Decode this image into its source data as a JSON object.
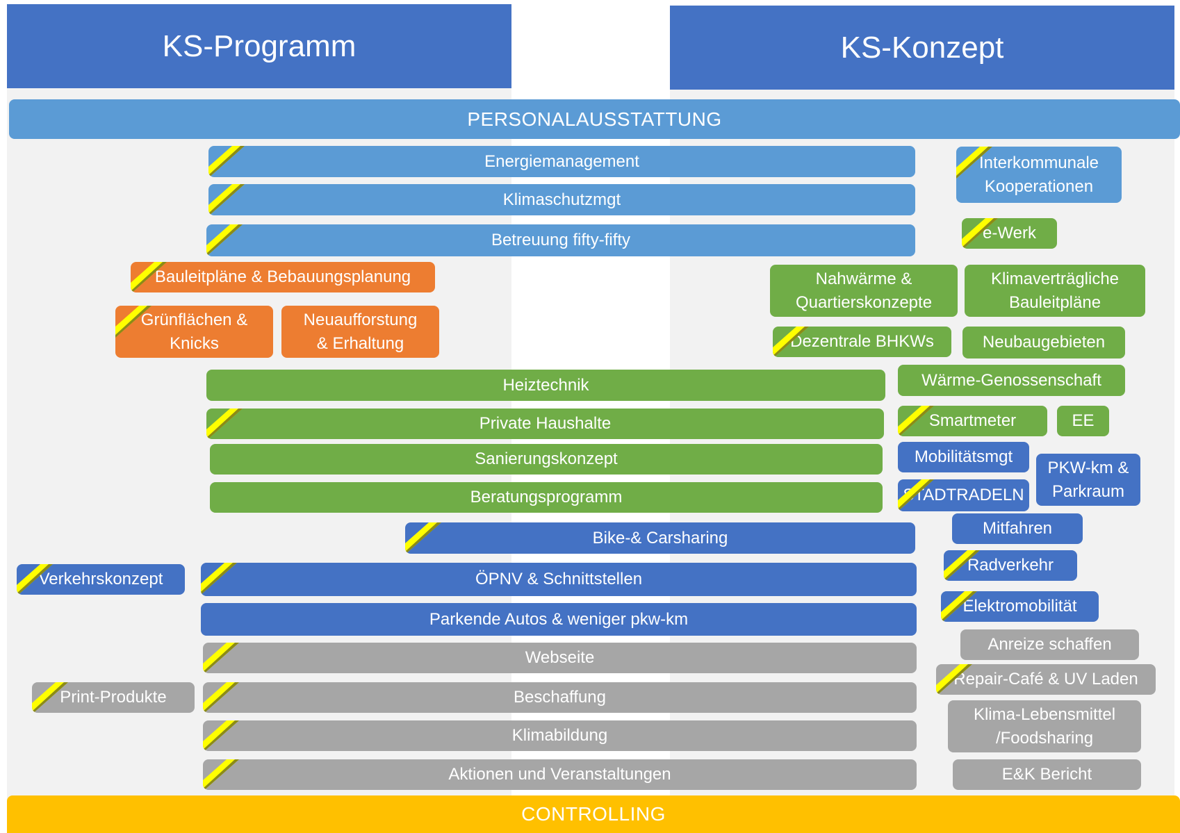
{
  "colors": {
    "header_blue": "#4472c4",
    "light_blue": "#5b9bd5",
    "dark_blue": "#4472c4",
    "green": "#70ad47",
    "orange": "#ed7d31",
    "gray": "#a6a6a6",
    "controlling_yellow": "#ffc000",
    "flag_yellow": "#ffff00"
  },
  "headers": {
    "left": "KS-Programm",
    "right": "KS-Konzept"
  },
  "top_band": "PERSONALAUSSTATTUNG",
  "bottom_band": "CONTROLLING",
  "items": [
    {
      "label": "Energiemanagement",
      "color": "light_blue",
      "flag": true
    },
    {
      "label": "Klimaschutzmgt",
      "color": "light_blue",
      "flag": true
    },
    {
      "label": "Betreuung fifty-fifty",
      "color": "light_blue",
      "flag": true
    },
    {
      "label": "Interkommunale\nKooperationen",
      "color": "light_blue",
      "flag": true
    },
    {
      "label": "e-Werk",
      "color": "green",
      "flag": true
    },
    {
      "label": "Bauleitpläne & Bebauungsplanung",
      "color": "orange",
      "flag": true
    },
    {
      "label": "Grünflächen &\nKnicks",
      "color": "orange",
      "flag": true
    },
    {
      "label": "Neuaufforstung\n& Erhaltung",
      "color": "orange",
      "flag": false
    },
    {
      "label": "Nahwärme &\nQuartierskonzepte",
      "color": "green",
      "flag": false
    },
    {
      "label": "Klimaverträgliche\nBauleitpläne",
      "color": "green",
      "flag": false
    },
    {
      "label": "Dezentrale BHKWs",
      "color": "green",
      "flag": true
    },
    {
      "label": "Neubaugebieten",
      "color": "green",
      "flag": false
    },
    {
      "label": "Heiztechnik",
      "color": "green",
      "flag": false
    },
    {
      "label": "Wärme-Genossenschaft",
      "color": "green",
      "flag": false
    },
    {
      "label": "Private Haushalte",
      "color": "green",
      "flag": true
    },
    {
      "label": "Smartmeter",
      "color": "green",
      "flag": true
    },
    {
      "label": "EE",
      "color": "green",
      "flag": false
    },
    {
      "label": "Sanierungskonzept",
      "color": "green",
      "flag": false
    },
    {
      "label": "Mobilitätsmgt",
      "color": "dark_blue",
      "flag": false
    },
    {
      "label": "PKW-km &\nParkraum",
      "color": "dark_blue",
      "flag": false
    },
    {
      "label": "Beratungsprogramm",
      "color": "green",
      "flag": false
    },
    {
      "label": "STADTRADELN",
      "color": "dark_blue",
      "flag": true
    },
    {
      "label": "Bike-& Carsharing",
      "color": "dark_blue",
      "flag": true
    },
    {
      "label": "Mitfahren",
      "color": "dark_blue",
      "flag": false
    },
    {
      "label": "Verkehrskonzept",
      "color": "dark_blue",
      "flag": true
    },
    {
      "label": "ÖPNV & Schnittstellen",
      "color": "dark_blue",
      "flag": true
    },
    {
      "label": "Radverkehr",
      "color": "dark_blue",
      "flag": true
    },
    {
      "label": "Parkende Autos & weniger pkw-km",
      "color": "dark_blue",
      "flag": false
    },
    {
      "label": "Elektromobilität",
      "color": "dark_blue",
      "flag": true
    },
    {
      "label": "Webseite",
      "color": "gray",
      "flag": true
    },
    {
      "label": "Anreize schaffen",
      "color": "gray",
      "flag": false
    },
    {
      "label": "Print-Produkte",
      "color": "gray",
      "flag": true
    },
    {
      "label": "Beschaffung",
      "color": "gray",
      "flag": true
    },
    {
      "label": "Repair-Café & UV Laden",
      "color": "gray",
      "flag": true
    },
    {
      "label": "Klimabildung",
      "color": "gray",
      "flag": true
    },
    {
      "label": "Klima-Lebensmittel\n/Foodsharing",
      "color": "gray",
      "flag": false
    },
    {
      "label": "Aktionen und Veranstaltungen",
      "color": "gray",
      "flag": true
    },
    {
      "label": "E&K Bericht",
      "color": "gray",
      "flag": false
    }
  ]
}
